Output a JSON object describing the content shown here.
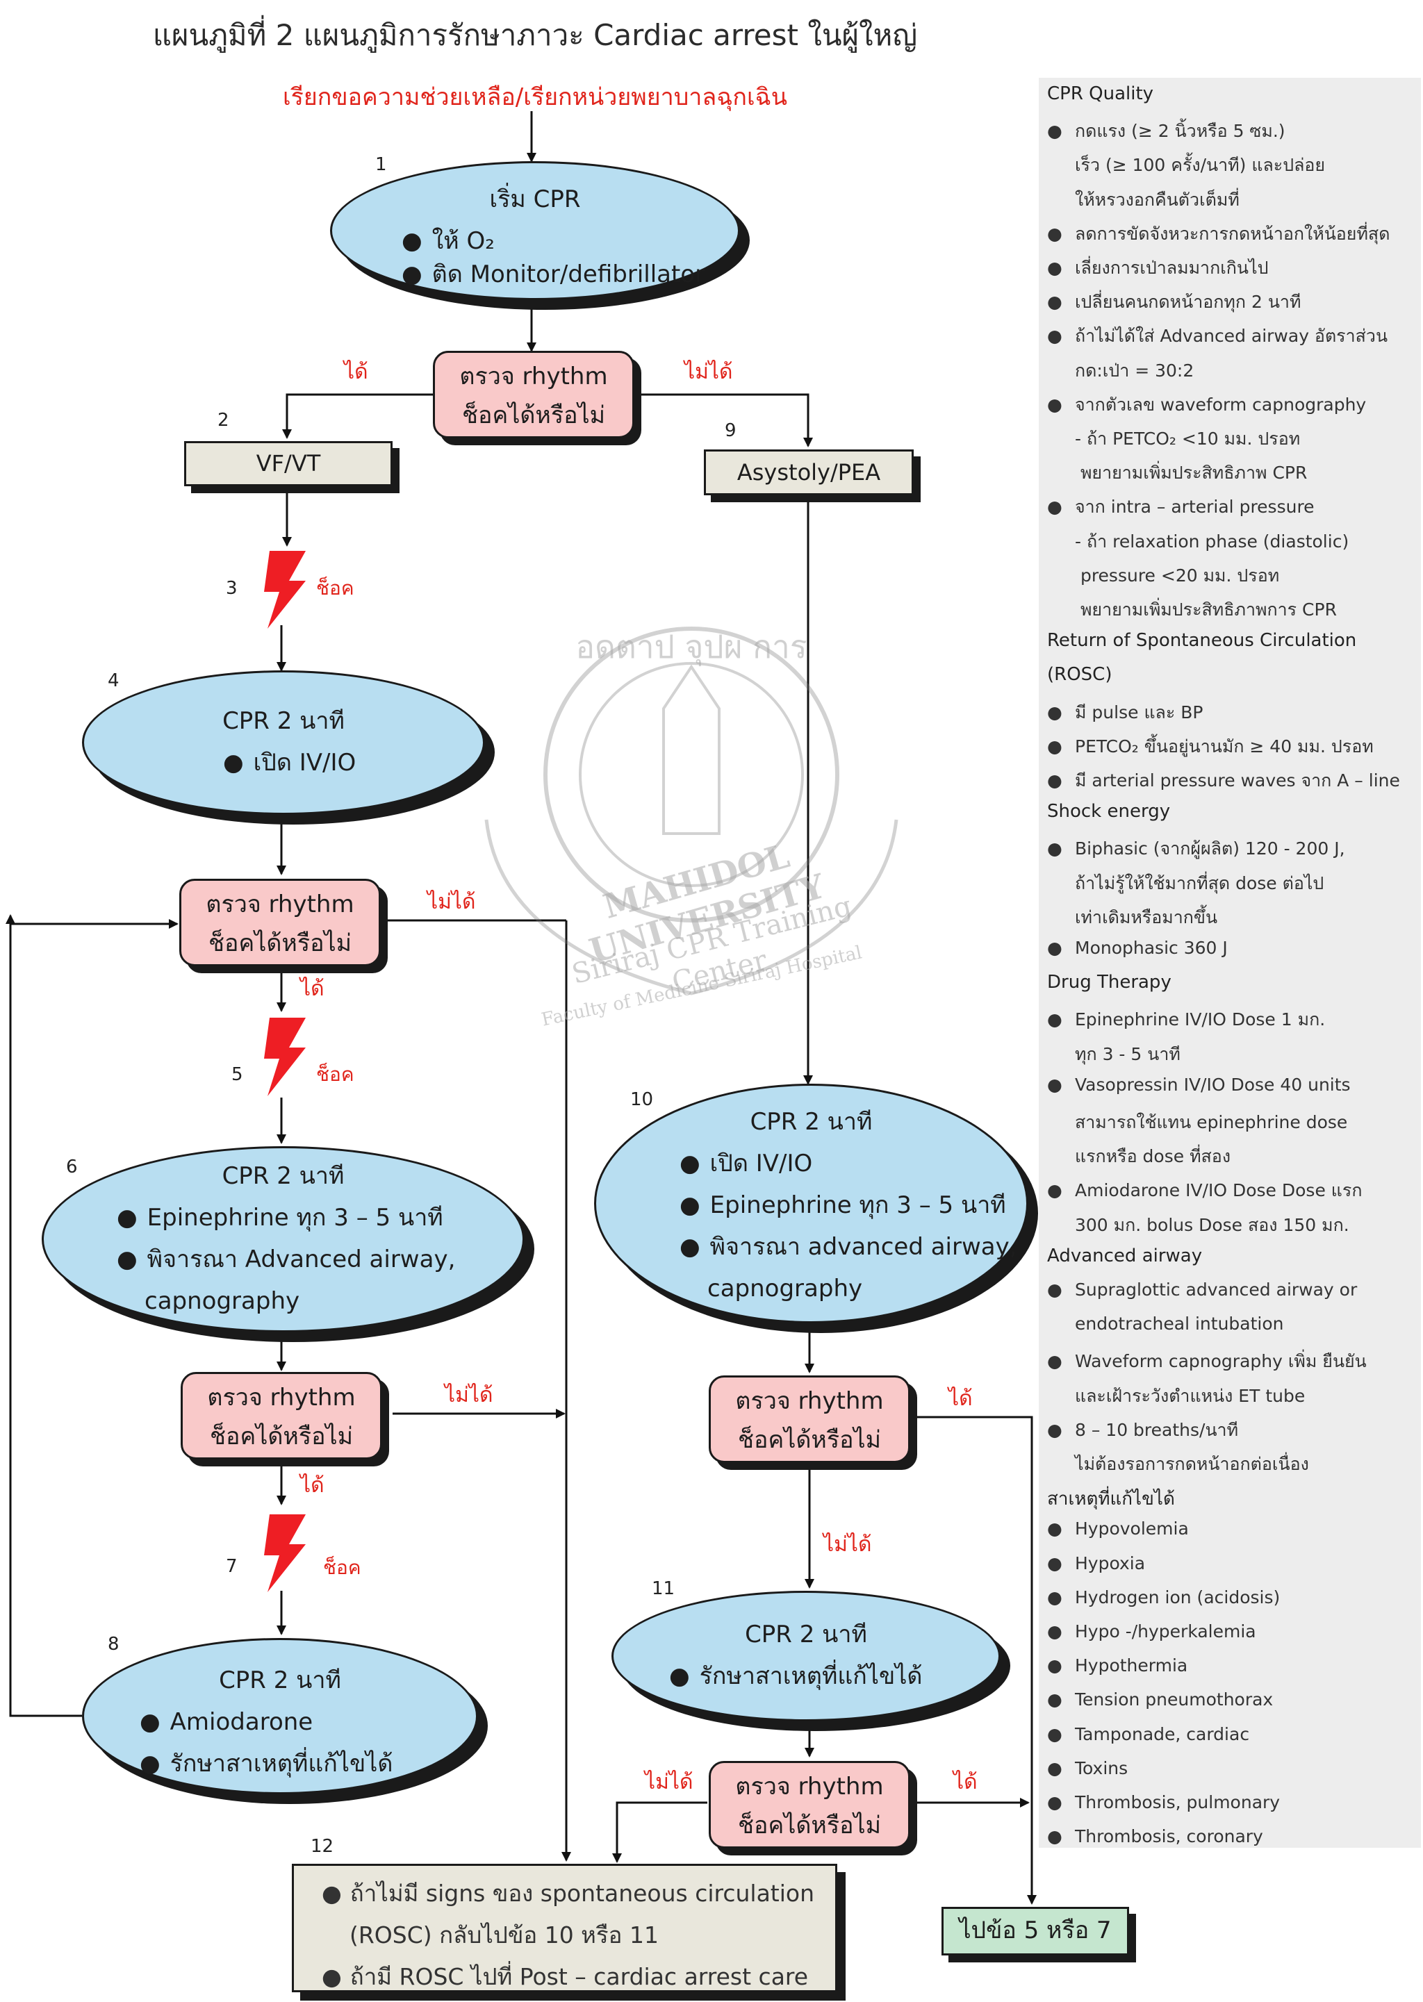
{
  "title": "แผนภูมิที่ 2 แผนภูมิการรักษาภาวะ Cardiac arrest ในผู้ใหญ่",
  "call_help": "เรียกขอความช่วยเหลือ/เรียกหน่วยพยาบาลฉุกเฉิน",
  "step_numbers": {
    "s1": "1",
    "s2": "2",
    "s3": "3",
    "s4": "4",
    "s5": "5",
    "s6": "6",
    "s7": "7",
    "s8": "8",
    "s9": "9",
    "s10": "10",
    "s11": "11",
    "s12": "12"
  },
  "labels": {
    "yes": "ได้",
    "no": "ไม่ได้",
    "shock": "ช็อค"
  },
  "rhythm_check": {
    "line1": "ตรวจ rhythm",
    "line2": "ช็อคได้หรือไม่"
  },
  "step1": {
    "title": "เริ่ม CPR",
    "items": [
      "ให้ O₂",
      "ติด Monitor/defibrillator"
    ]
  },
  "vfvt": "VF/VT",
  "asystole": "Asystoly/PEA",
  "step4": {
    "title": "CPR 2 นาที",
    "items": [
      "เปิด IV/IO"
    ]
  },
  "step6": {
    "title": "CPR 2 นาที",
    "items": [
      "Epinephrine ทุก 3 – 5 นาที",
      "พิจารณา Advanced airway,"
    ],
    "cont": "capnography"
  },
  "step8": {
    "title": "CPR 2 นาที",
    "items": [
      "Amiodarone",
      "รักษาสาเหตุที่แก้ไขได้"
    ]
  },
  "step10": {
    "title": "CPR 2 นาที",
    "items": [
      "เปิด IV/IO",
      "Epinephrine ทุก 3 – 5 นาที",
      "พิจารณา advanced airway,"
    ],
    "cont": "capnography"
  },
  "step11": {
    "title": "CPR 2 นาที",
    "items": [
      "รักษาสาเหตุที่แก้ไขได้"
    ]
  },
  "step12": {
    "line1": "ถ้าไม่มี signs ของ spontaneous circulation",
    "line2": "(ROSC) กลับไปข้อ 10 หรือ 11",
    "line3": "ถ้ามี ROSC ไปที่ Post – cardiac arrest care"
  },
  "goto": "ไปข้อ 5 หรือ 7",
  "panel": {
    "cpr_quality": "CPR Quality",
    "cpr_quality_items": [
      {
        "b": true,
        "t": "กดแรง (≥ 2 นิ้วหรือ 5 ซม.)"
      },
      {
        "b": false,
        "t": "เร็ว (≥ 100 ครั้ง/นาที) และปล่อย"
      },
      {
        "b": false,
        "t": "ให้หรวงอกคืนตัวเต็มที่"
      },
      {
        "b": true,
        "t": "ลดการขัดจังหวะการกดหน้าอกให้น้อยที่สุด"
      },
      {
        "b": true,
        "t": "เลี่ยงการเป่าลมมากเกินไป"
      },
      {
        "b": true,
        "t": "เปลี่ยนคนกดหน้าอกทุก 2 นาที"
      },
      {
        "b": true,
        "t": "ถ้าไม่ได้ใส่ Advanced airway อัตราส่วน"
      },
      {
        "b": false,
        "t": "กด:เป่า = 30:2"
      },
      {
        "b": true,
        "t": "จากตัวเลข waveform capnography"
      },
      {
        "b": false,
        "t": "- ถ้า PETCO₂ <10 มม. ปรอท"
      },
      {
        "b": false,
        "t": "  พยายามเพิ่มประสิทธิภาพ CPR"
      },
      {
        "b": true,
        "t": "จาก intra – arterial pressure"
      },
      {
        "b": false,
        "t": "- ถ้า relaxation phase (diastolic)"
      },
      {
        "b": false,
        "t": "  pressure <20 มม. ปรอท"
      },
      {
        "b": false,
        "t": "  พยายามเพิ่มประสิทธิภาพการ CPR"
      }
    ],
    "rosc": "Return of Spontaneous Circulation",
    "rosc2": "(ROSC)",
    "rosc_items": [
      {
        "b": true,
        "t": "มี pulse และ BP"
      },
      {
        "b": true,
        "t": "PETCO₂ ขึ้นอยู่นานมัก ≥ 40 มม. ปรอท"
      },
      {
        "b": true,
        "t": "มี arterial pressure waves จาก A – line"
      }
    ],
    "shock_energy": "Shock energy",
    "shock_items": [
      {
        "b": true,
        "t": "Biphasic (จากผู้ผลิต) 120 - 200 J,"
      },
      {
        "b": false,
        "t": "ถ้าไม่รู้ให้ใช้มากที่สุด dose ต่อไป"
      },
      {
        "b": false,
        "t": "เท่าเดิมหรือมากขึ้น"
      },
      {
        "b": true,
        "t": "Monophasic 360 J"
      }
    ],
    "drug": "Drug Therapy",
    "drug_items": [
      {
        "b": true,
        "t": "Epinephrine IV/IO Dose 1 มก."
      },
      {
        "b": false,
        "t": "ทุก 3 - 5 นาที"
      },
      {
        "b": true,
        "t": "Vasopressin IV/IO Dose 40 units"
      },
      {
        "b": false,
        "t": "สามารถใช้แทน epinephrine dose"
      },
      {
        "b": false,
        "t": "แรกหรือ dose ที่สอง"
      },
      {
        "b": true,
        "t": "Amiodarone IV/IO Dose  Dose แรก"
      },
      {
        "b": false,
        "t": "300 มก. bolus Dose สอง 150 มก."
      }
    ],
    "airway": "Advanced airway",
    "airway_items": [
      {
        "b": true,
        "t": "Supraglottic advanced airway or"
      },
      {
        "b": false,
        "t": "endotracheal intubation"
      },
      {
        "b": true,
        "t": "Waveform capnography เพิ่ม ยืนยัน"
      },
      {
        "b": false,
        "t": "และเฝ้าระวังตำแหน่ง ET tube"
      },
      {
        "b": true,
        "t": "8 – 10 breaths/นาที"
      },
      {
        "b": false,
        "t": "ไม่ต้องรอการกดหน้าอกต่อเนื่อง"
      }
    ],
    "causes": "สาเหตุที่แก้ไขได้",
    "cause_items": [
      {
        "b": true,
        "t": "Hypovolemia"
      },
      {
        "b": true,
        "t": "Hypoxia"
      },
      {
        "b": true,
        "t": "Hydrogen ion (acidosis)"
      },
      {
        "b": true,
        "t": "Hypo -/hyperkalemia"
      },
      {
        "b": true,
        "t": "Hypothermia"
      },
      {
        "b": true,
        "t": "Tension pneumothorax"
      },
      {
        "b": true,
        "t": "Tamponade, cardiac"
      },
      {
        "b": true,
        "t": "Toxins"
      },
      {
        "b": true,
        "t": "Thrombosis, pulmonary"
      },
      {
        "b": true,
        "t": "Thrombosis, coronary"
      }
    ]
  },
  "watermark": {
    "top": "อดตาป จุปผ การ",
    "ring": "MAHIDOL UNIVERSITY",
    "inner": "Siriraj CPR Training Center",
    "bottom": "Faculty of Medicine Siriraj Hospital"
  },
  "colors": {
    "ellipse": "#b8def1",
    "rhythm": "#f9c9c9",
    "gray_box": "#e9e7dc",
    "goto": "#c5e6cf",
    "red": "#e0241b",
    "panel": "#ededed"
  }
}
